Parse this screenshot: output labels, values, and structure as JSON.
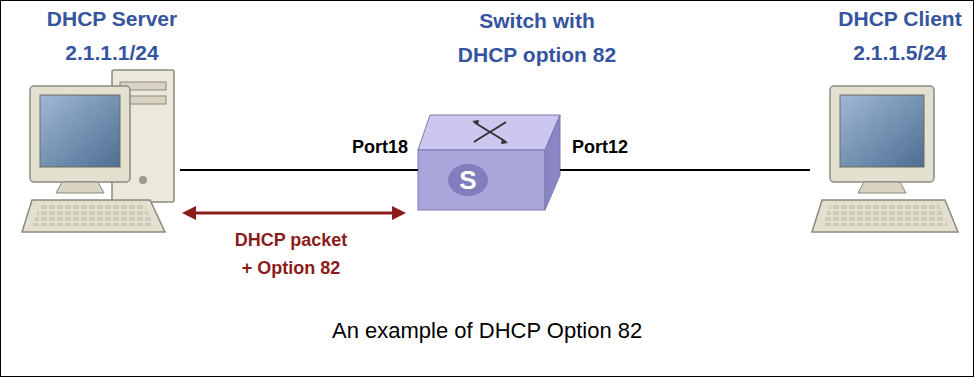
{
  "diagram": {
    "caption": "An example of DHCP Option 82",
    "nodes": [
      {
        "text": [
          "DHCP Server",
          "2.1.1.1/24"
        ]
      },
      {
        "text": [
          "Switch with DHCP option 82",
          "S"
        ]
      },
      {
        "text": [
          "DHCP Client",
          "2.1.1.5/24"
        ]
      }
    ],
    "edges": [
      {
        "from": 0,
        "to": 1,
        "arrow": "none"
      },
      {
        "from": 0,
        "to": 1,
        "arrow": "both",
        "label": "DHCP packet + Option 82"
      },
      {
        "from": 1,
        "to": 2,
        "arrow": "none"
      }
    ],
    "labels": [
      "Port18",
      "Port12"
    ]
  }
}
